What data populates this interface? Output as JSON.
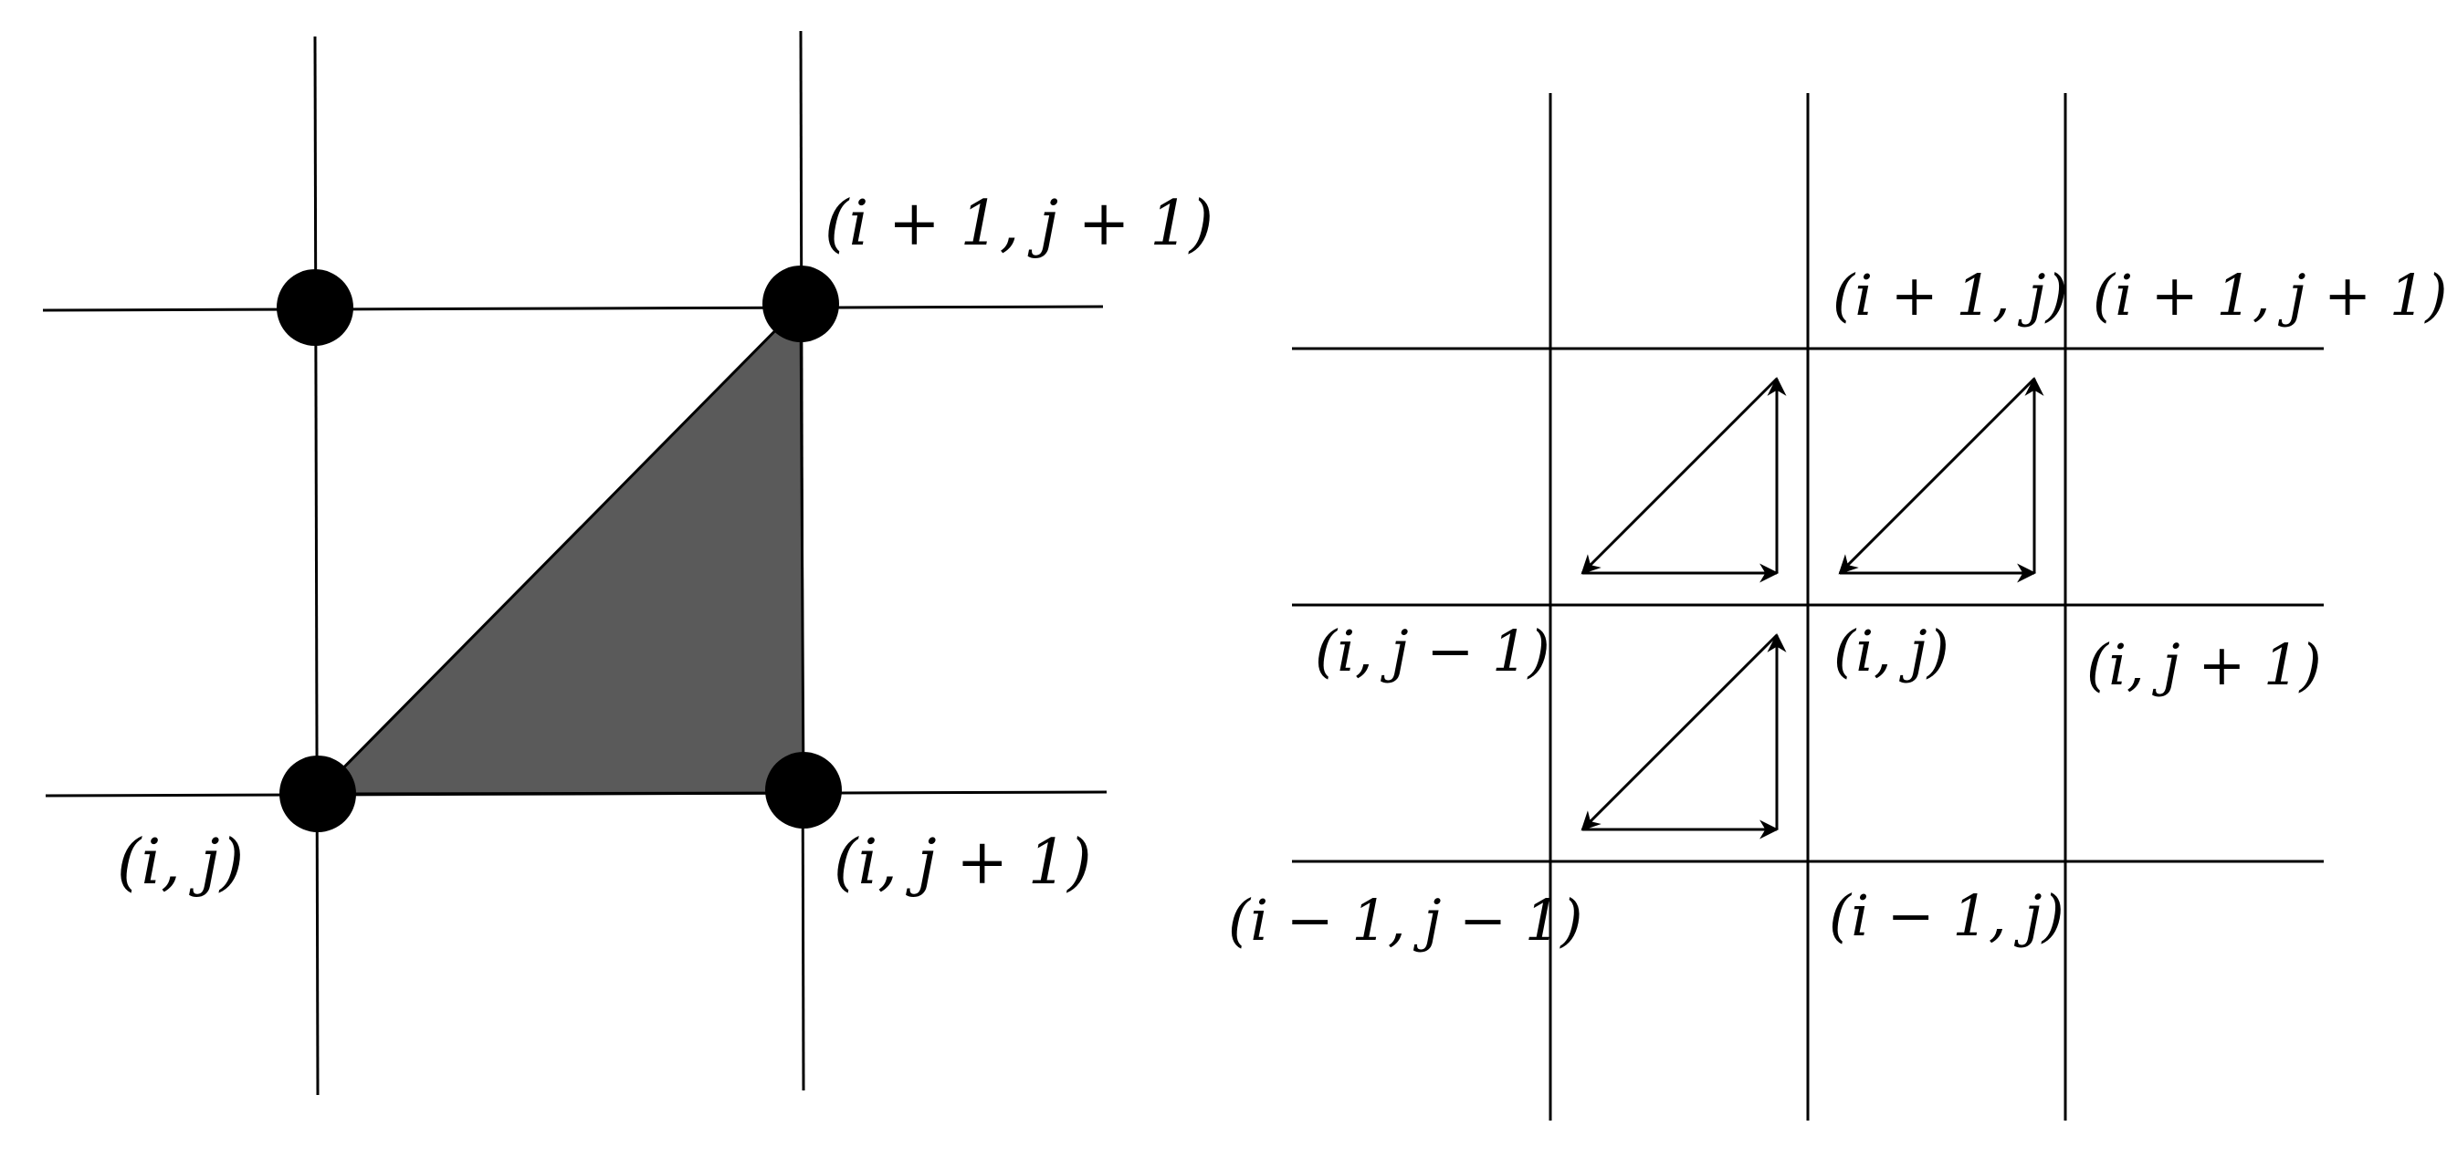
{
  "colors": {
    "line": "#000000",
    "triangle_fill": "#5a5a5a",
    "node": "#000000",
    "background": "#ffffff"
  },
  "left_panel": {
    "labels": {
      "top_right": "(i + 1, j + 1)",
      "bottom_left": "(i, j)",
      "bottom_right": "(i, j + 1)"
    }
  },
  "right_panel": {
    "labels": {
      "top_center": "(i + 1, j)",
      "top_right": "(i + 1, j + 1)",
      "middle_left": "(i, j − 1)",
      "middle_center": "(i, j)",
      "middle_right": "(i, j + 1)",
      "bottom_left": "(i − 1, j − 1)",
      "bottom_center": "(i − 1, j)"
    }
  }
}
